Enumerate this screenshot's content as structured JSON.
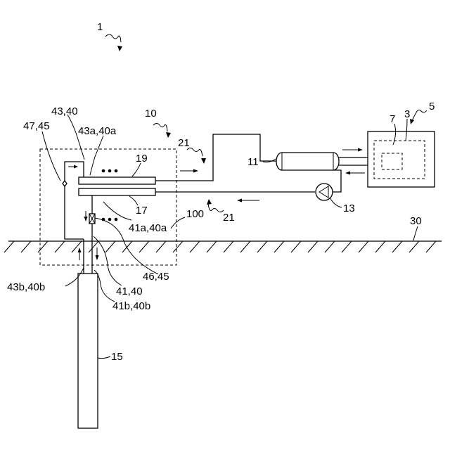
{
  "figure": {
    "labels": {
      "system": "1",
      "unit_10": "10",
      "building": "5",
      "load_3": "3",
      "load_7": "7",
      "tank": "11",
      "pump": "13",
      "pipe_21_upper": "21",
      "pipe_21_lower": "21",
      "header_19": "19",
      "header_17": "17",
      "enclosure": "100",
      "ground": "30",
      "borehole": "15",
      "upper_left": "43,40",
      "upper_mid": "43a,40a",
      "valve": "47,45",
      "lower_mid": "41a,40a",
      "valve_46": "46,45",
      "pipe_41": "41,40",
      "pipe_41b": "41b,40b",
      "pipe_43b": "43b,40b"
    }
  }
}
